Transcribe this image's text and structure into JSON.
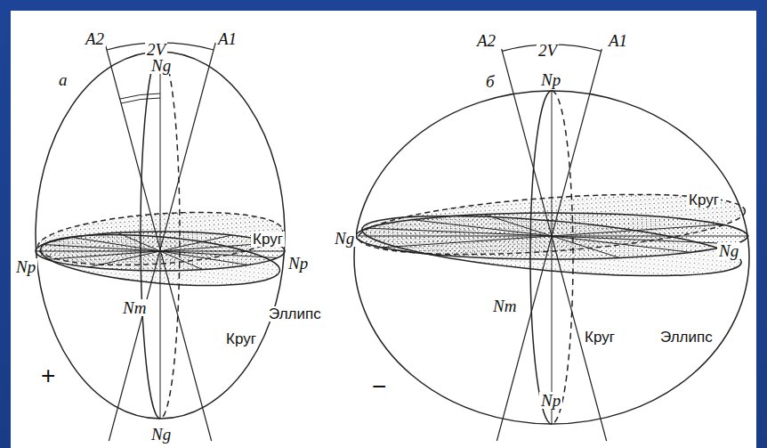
{
  "diagram": {
    "labels": [
      "а",
      "A2",
      "2V",
      "A1",
      "Ng",
      "Np",
      "Круг",
      "Np",
      "Nm",
      "Круг",
      "Эллипс",
      "+",
      "Ng",
      "б",
      "A2",
      "2V",
      "A1",
      "Np",
      "Круг",
      "Ng",
      "Ng",
      "Nm",
      "Круг",
      "Эллипс",
      "Np",
      "−"
    ]
  }
}
